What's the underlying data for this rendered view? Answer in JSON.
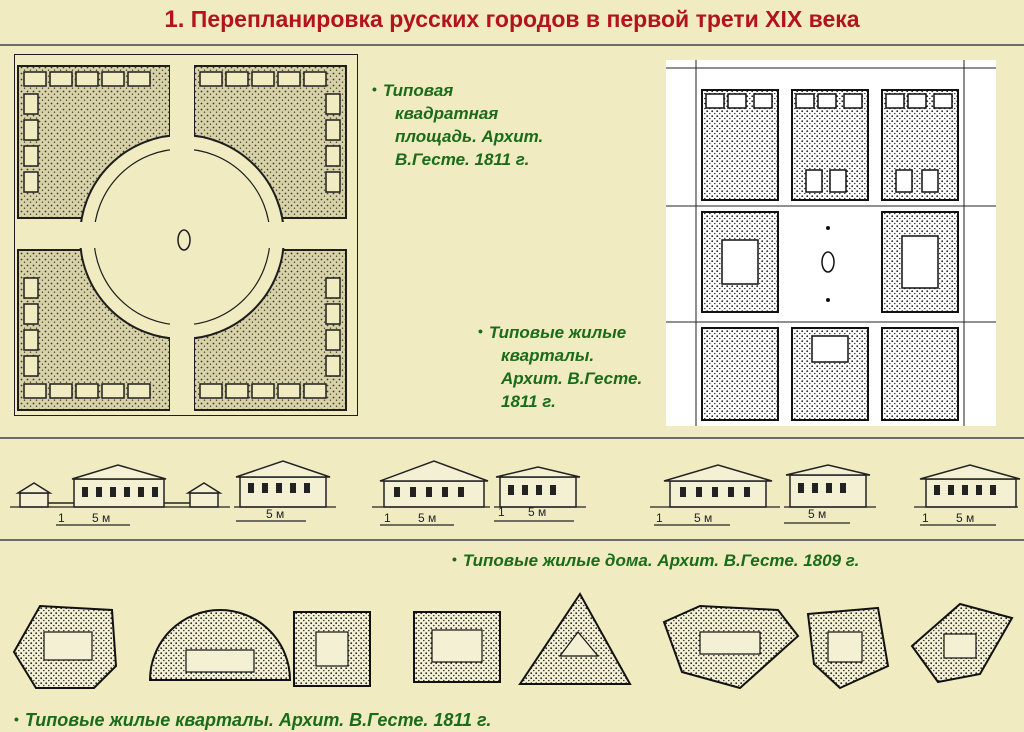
{
  "header": {
    "title_number": "1.",
    "title_text": " Перепланировка русских городов в первой трети XIX века"
  },
  "captions": {
    "square": {
      "line1": "Типовая",
      "line2": "квадратная",
      "line3": "площадь. Архит.",
      "line4": "В.Гесте. 1811 г."
    },
    "quarters": {
      "line1": "Типовые жилые",
      "line2": "кварталы.",
      "line3": "Архит. В.Гесте.",
      "line4": "1811 г."
    },
    "houses": {
      "line1": "Типовые жилые дома.  Архит. В.Гесте. 1809 г."
    },
    "bottom": {
      "line1": "Типовые жилые кварталы.  Архит. В.Гесте. 1811 г."
    }
  },
  "scales": {
    "s1": "1",
    "s1m": "5 м",
    "s2m": "5 м",
    "s3": "1",
    "s3m": "5 м",
    "s4": "1",
    "s4m": "5 м",
    "s5": "1",
    "s5m": "5 м",
    "s6m": "5 м",
    "s7": "1",
    "s7m": "5 м"
  },
  "colors": {
    "background": "#f0ebc1",
    "title": "#b3141b",
    "caption": "#1a6b1a"
  }
}
